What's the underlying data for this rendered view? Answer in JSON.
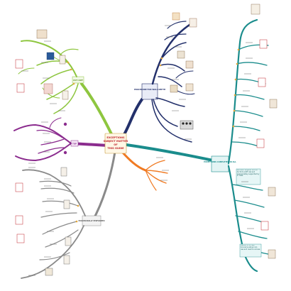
{
  "central_topic": {
    "lines": [
      "EXCEPTIONS",
      "SUBJECT MATTER",
      "OF",
      "THIS GUIDE"
    ]
  },
  "branches": {
    "green": {
      "title": "CUT OUT",
      "color": "#8ec63f"
    },
    "purple": {
      "title": "TOP",
      "color": "#8b2c8e"
    },
    "gray": {
      "title": "PROCEDURALLY PERFORMED",
      "color": "#8a8a8a"
    },
    "orange": {
      "title": "",
      "color": "#f07a22"
    },
    "navy": {
      "title": "PROCEDURE FOR WALL DEPTH",
      "color": "#23306b"
    },
    "teal": {
      "title": "EXCEPTIONS COMPLETED IN ALL",
      "color": "#1a8c8c"
    }
  },
  "notes": {
    "teal_note_1": "BEFORE: Anyone: 10% of its VS to shift risk and appropriately supported by in clear.",
    "teal_note_2": "CREDITS: for any Concerns above can use and need to access."
  }
}
